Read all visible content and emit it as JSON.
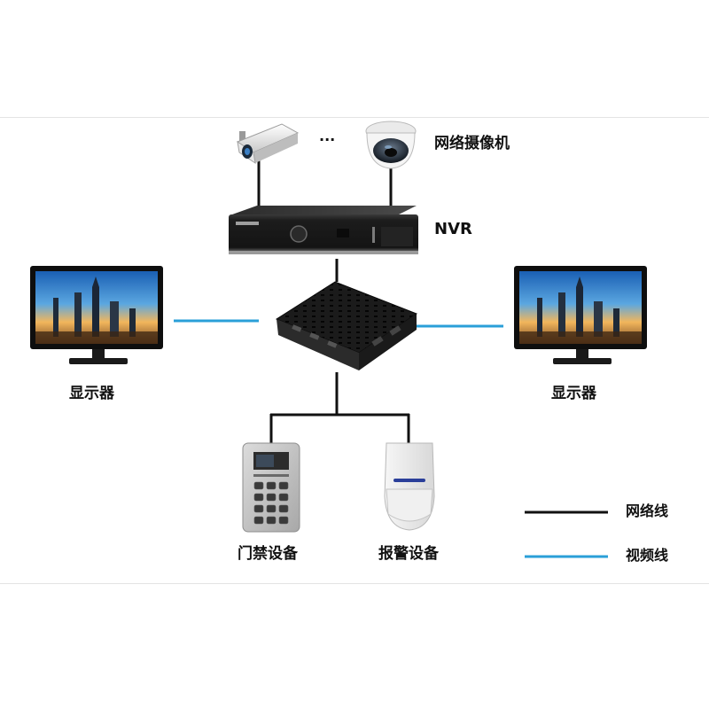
{
  "labels": {
    "ip_camera": "网络摄像机",
    "nvr": "NVR",
    "ellipsis": "···",
    "monitor_left": "显示器",
    "monitor_right": "显示器",
    "access_control": "门禁设备",
    "alarm_device": "报警设备"
  },
  "legend": {
    "network_line": "网络线",
    "video_line": "视频线"
  },
  "colors": {
    "network_line": "#111111",
    "video_line": "#2a9fd8"
  }
}
